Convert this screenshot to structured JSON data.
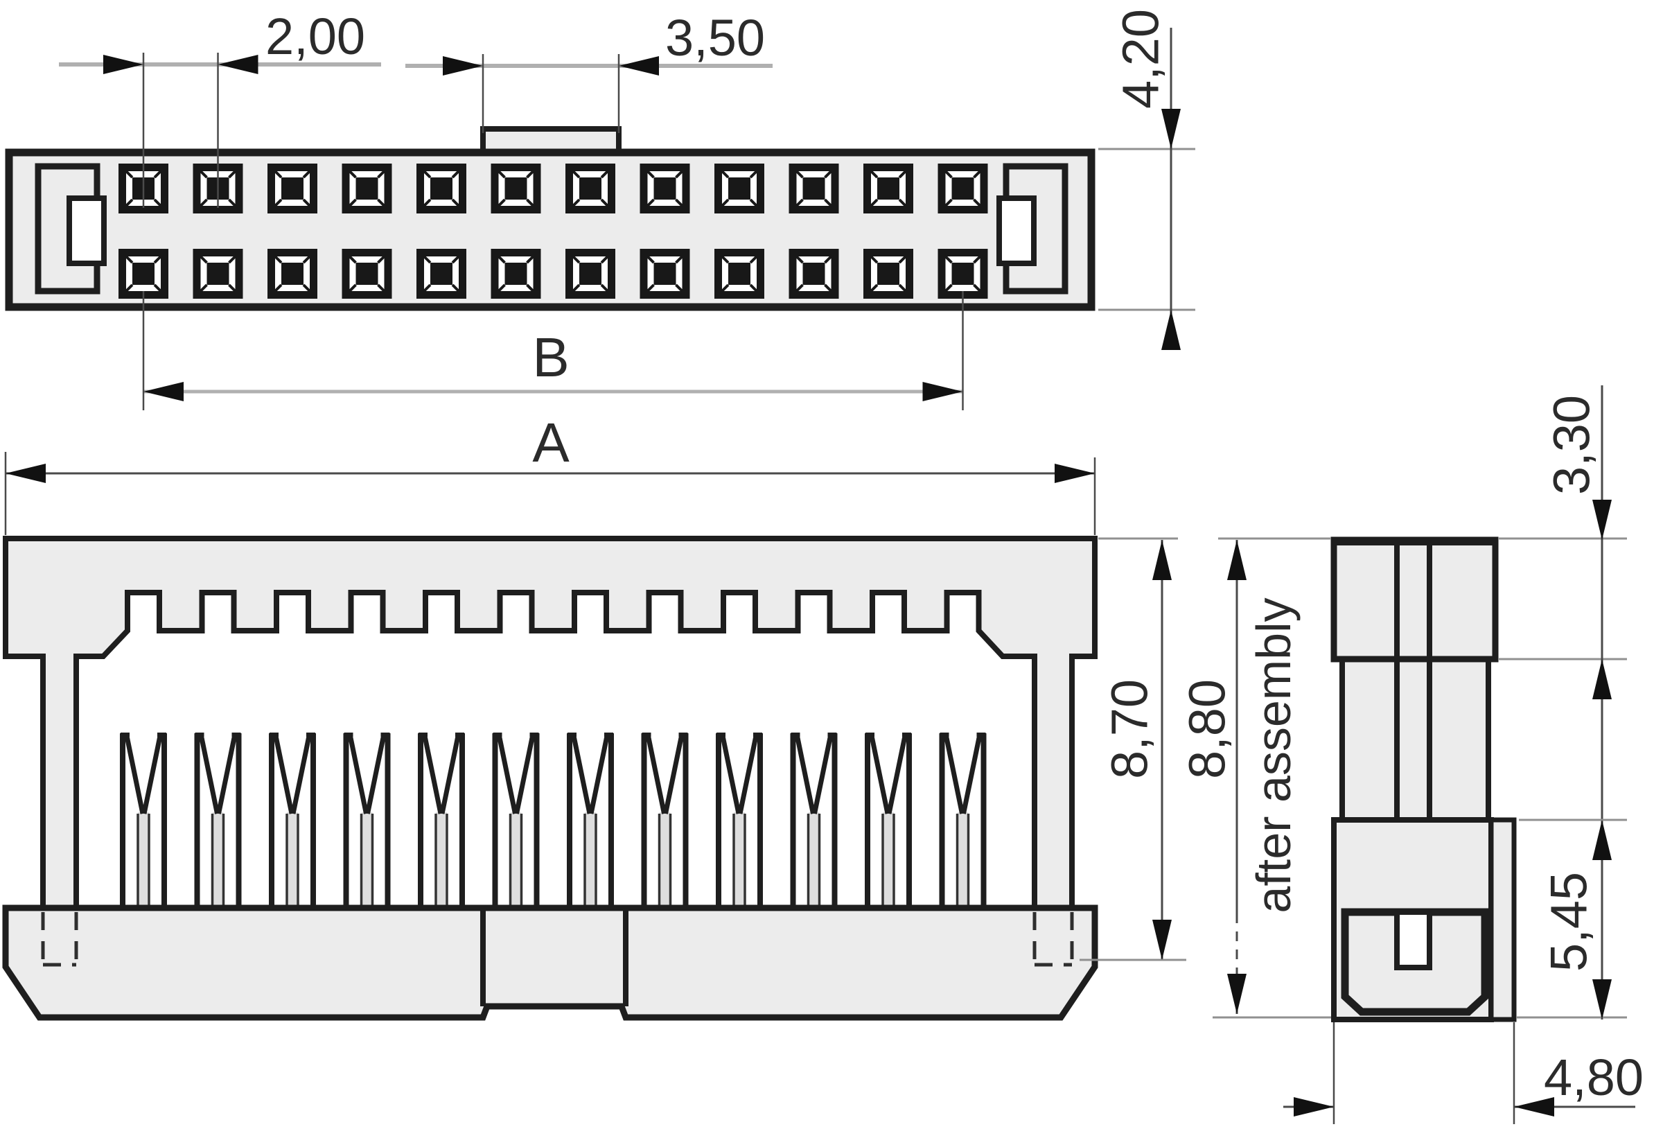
{
  "drawing": {
    "title": "IDC box header connector - dimensional drawing",
    "views": {
      "top_view": "plan view with 2 rows of 12 square contacts and polarizing slots",
      "front_view": "front elevation with comb teeth, IDC forks and base",
      "side_view": "side elevation with cap, body and base"
    },
    "dimensions": {
      "pitch": "2,00",
      "key_width": "3,50",
      "top_view_height": "4,20",
      "length_b": "B",
      "length_a": "A",
      "height_before": "8,70",
      "height_after": "8,80",
      "after_assembly_note": "after assembly",
      "cap_height": "3,30",
      "base_height": "5,45",
      "depth": "4,80"
    },
    "counts": {
      "rows": 2,
      "pins_per_row": 12,
      "contacts": 12,
      "comb_notches": 12
    },
    "colors": {
      "body_fill": "#ececec",
      "outline": "#1e1e1e",
      "dim_gray_line": "#b0b0b0",
      "ext_line": "#909090",
      "dim_dark_line": "#4a4a4a",
      "arrow": "#111111",
      "slit_fill": "#dedede",
      "pin_dark": "#181818",
      "pin_light": "#ffffff"
    }
  }
}
